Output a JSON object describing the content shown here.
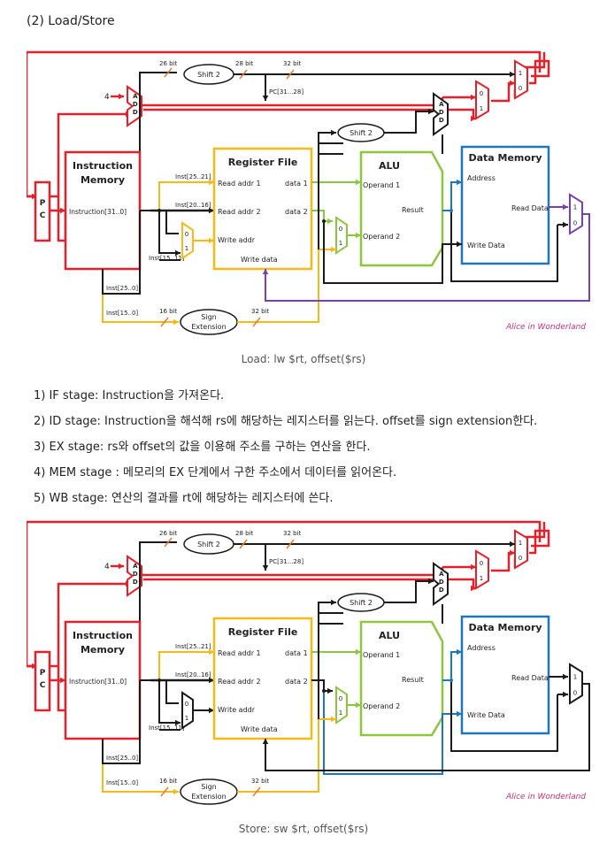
{
  "heading": "(2) Load/Store",
  "diagram_labels": {
    "instruction_memory": [
      "Instruction",
      "Memory"
    ],
    "pc": [
      "P",
      "C"
    ],
    "instruction_port": "Instruction[31..0]",
    "register_file": "Register File",
    "read_addr1": "Read addr 1",
    "read_addr2": "Read addr 2",
    "write_addr": "Write addr",
    "write_data": "Write data",
    "data1": "data 1",
    "data2": "data 2",
    "alu": "ALU",
    "operand1": "Operand 1",
    "operand2": "Operand 2",
    "result": "Result",
    "data_memory": "Data Memory",
    "address": "Address",
    "read_data": "Read Data",
    "mem_write_data": "Write Data",
    "shift2": "Shift 2",
    "sign_ext": [
      "Sign",
      "Extension"
    ],
    "add": [
      "A",
      "D",
      "D"
    ],
    "four": "4",
    "mux0": "0",
    "mux1": "1",
    "bit26": "26 bit",
    "bit28": "28 bit",
    "bit32": "32 bit",
    "bit16": "16 bit",
    "pc_hi": "PC[31...28]",
    "inst_25_21": "Inst[25..21]",
    "inst_20_16": "Inst[20..16]",
    "inst_15_11": "Inst[15..11]",
    "inst_25_0": "Inst[25..0]",
    "inst_15_0": "Inst[15..0]",
    "watermark": "Alice in Wonderland"
  },
  "colors": {
    "red": "#e5202a",
    "yellow": "#f7b916",
    "green": "#8cc63f",
    "blue": "#1e76bd",
    "purple": "#7b3fb5",
    "black": "#1a1a1a",
    "orange_tick": "#ea7a2a"
  },
  "load_caption": "Load: lw $rt, offset($rs)",
  "store_caption": "Store: sw $rt, offset($rs)",
  "steps": [
    "1) IF stage: Instruction을 가져온다.",
    "2) ID stage: Instruction을 해석해 rs에 해당하는 레지스터를 읽는다. offset를 sign extension한다.",
    "3) EX stage: rs와 offset의 값을 이용해 주소를 구하는 연산을 한다.",
    "4) MEM stage : 메모리의 EX 단계에서 구한 주소에서 데이터를 읽어온다.",
    "5) WB stage: 연산의 결과를 rt에 해당하는 레지스터에 쓴다."
  ]
}
